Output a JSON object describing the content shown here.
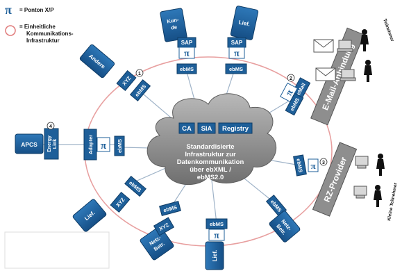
{
  "legend": {
    "pi_symbol": "π",
    "pi_text": "= Ponton X/P",
    "circle_line1": "= Einheitliche",
    "circle_line2": "Kommunikations-",
    "circle_line3": "Infrastruktur"
  },
  "cloud": {
    "badges": [
      "CA",
      "SIA",
      "Registry"
    ],
    "lines": [
      "Standardisierte",
      "Infrastruktur zur",
      "Datenkommunikation",
      "über ebXML /",
      "ebMS2.0"
    ]
  },
  "nodes": {
    "andere": "Andere",
    "xyz_top": "XYZ",
    "kunde": "Kun-\nde",
    "sap1": "SAP",
    "lief_top": "Lief.",
    "sap2": "SAP",
    "email": "eMail",
    "apcs": "APCS",
    "energy_link": "Energy\nLink",
    "adapter": "Adapter",
    "lief_left": "Lief.",
    "xyz_left": "XYZ",
    "xyz_bottom": "XYZ",
    "netz_betr_left": "Netz-\nBetr.",
    "lief_bottom": "Lief.",
    "netz_betr_right": "Netz-\nBetr."
  },
  "ebms": "ebMS",
  "numbers": [
    "1",
    "2",
    "3",
    "4"
  ],
  "banners": {
    "email_anbindung": "E-Mail-Anbindung",
    "rz_provider": "RZ-Provider"
  },
  "side_labels": {
    "top": "Teilnehmer",
    "bottom": "Kleine Teilnehmer"
  },
  "colors": {
    "box_blue": "#1e5f99",
    "dark_blue": "#123f73",
    "cloud_grey": "#8a8a8a",
    "ring_red": "#e8a0a0",
    "banner_grey": "#8e8e8e"
  }
}
